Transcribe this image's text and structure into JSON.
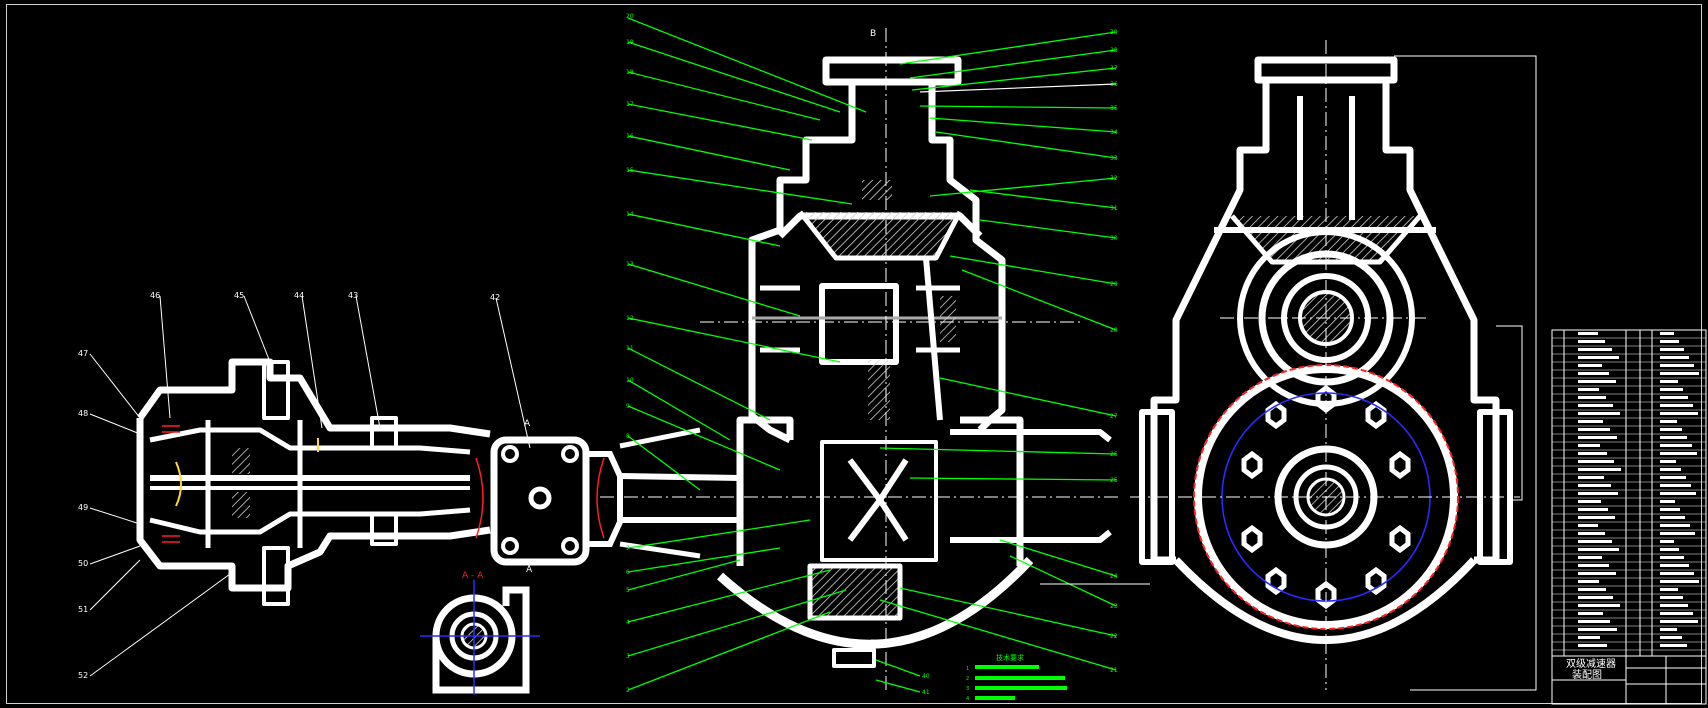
{
  "drawing": {
    "section_labels": {
      "a": "A",
      "aa": "A - A",
      "b": "B"
    },
    "left_view_callouts": [
      "46",
      "45",
      "44",
      "43",
      "42",
      "47",
      "48",
      "49",
      "50",
      "51",
      "52"
    ],
    "middle_left_callouts": [
      "20",
      "19",
      "18",
      "17",
      "16",
      "15",
      "14",
      "13",
      "12",
      "11",
      "10",
      "9",
      "8",
      "7",
      "6",
      "5",
      "4",
      "3",
      "2",
      "1"
    ],
    "middle_right_callouts": [
      "40",
      "41",
      "39",
      "38",
      "37",
      "36",
      "35",
      "34",
      "33",
      "32",
      "31",
      "30",
      "29",
      "28",
      "27",
      "26",
      "25",
      "24",
      "23",
      "22",
      "21"
    ],
    "bottom_callouts": [
      "40",
      "41"
    ],
    "notes_heading": "技术要求",
    "notes_numbers": [
      "1",
      "2",
      "3",
      "4"
    ]
  },
  "title_block": {
    "name_line_1": "双级减速器",
    "name_line_2": "装配图"
  },
  "colors": {
    "outline": "#ffffff",
    "leader": "#00ff00",
    "center": "#2a2aff",
    "section": "#ff2020",
    "hatch": "#cccccc",
    "note": "#00ff00"
  }
}
